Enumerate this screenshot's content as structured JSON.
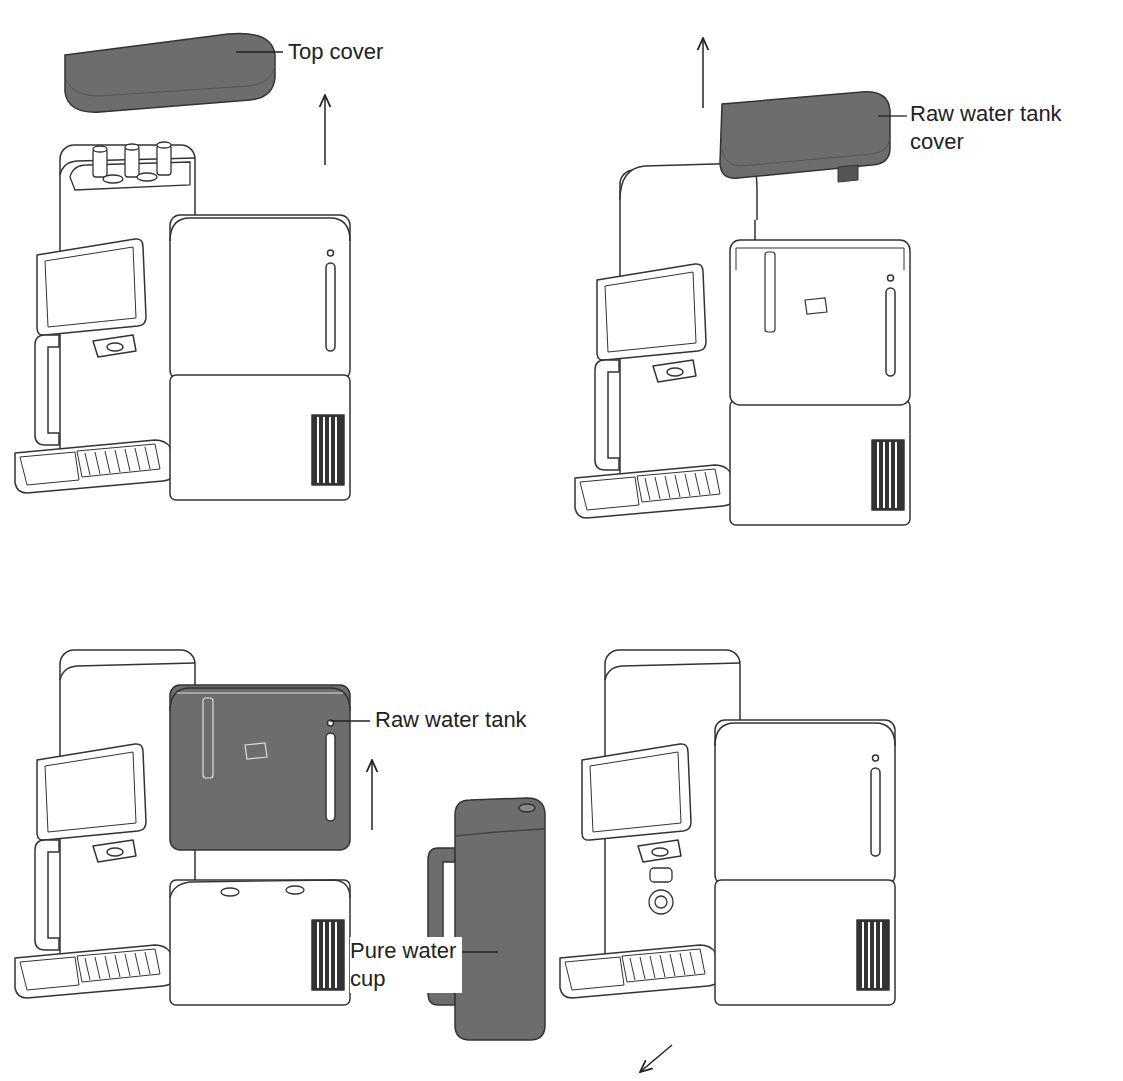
{
  "diagram": {
    "labels": [
      "Top cover",
      "Raw water tank cover",
      "Raw water tank",
      "Pure water cup"
    ]
  }
}
